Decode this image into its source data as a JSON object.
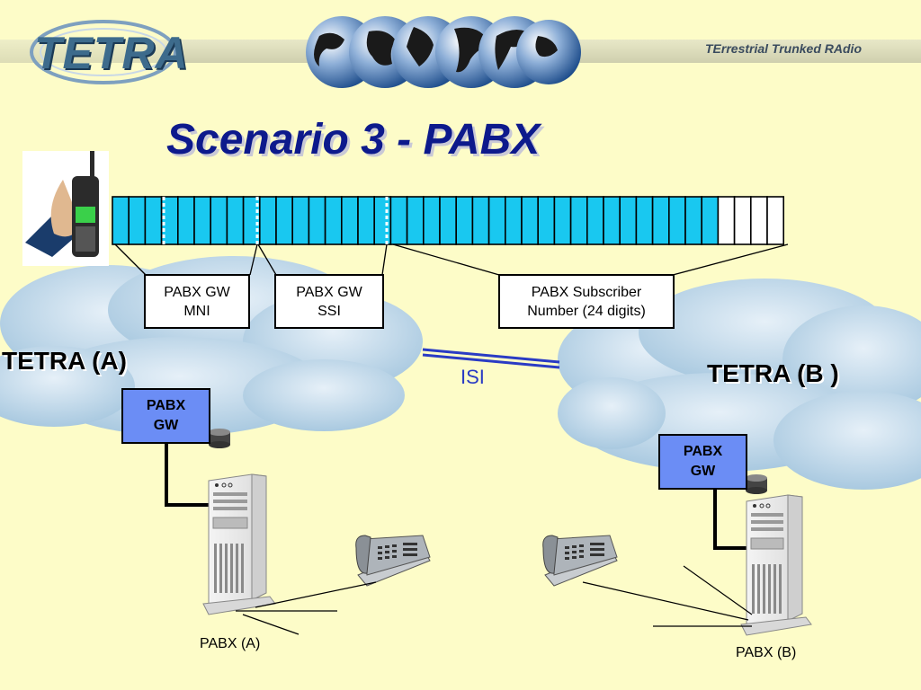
{
  "header": {
    "logo_text": "TETRA",
    "subtitle": "TErrestrial Trunked RAdio"
  },
  "title": "Scenario 3 - PABX",
  "address_fields": [
    {
      "label": "PABX GW\nMNI"
    },
    {
      "label": "PABX GW\nSSI"
    },
    {
      "label": "PABX Subscriber\nNumber (24 digits)"
    }
  ],
  "networks": {
    "a": {
      "label": "TETRA (A)",
      "gateway": "PABX\nGW",
      "pabx_label": "PABX (A)"
    },
    "b": {
      "label": "TETRA (B )",
      "gateway": "PABX\nGW",
      "pabx_label": "PABX (B)"
    }
  },
  "link_label": "ISI",
  "colors": {
    "background": "#fdfcc8",
    "title": "#0d1a8c",
    "cell_fill": "#19c8f0",
    "gateway_fill": "#6b8df5",
    "isi_link": "#2a3bc4",
    "cloud": "#a9c9e0"
  },
  "icons": [
    "radio-handset-icon",
    "globe-icon",
    "server-tower-icon",
    "desk-phone-icon",
    "database-cylinder-icon",
    "cloud-icon"
  ]
}
